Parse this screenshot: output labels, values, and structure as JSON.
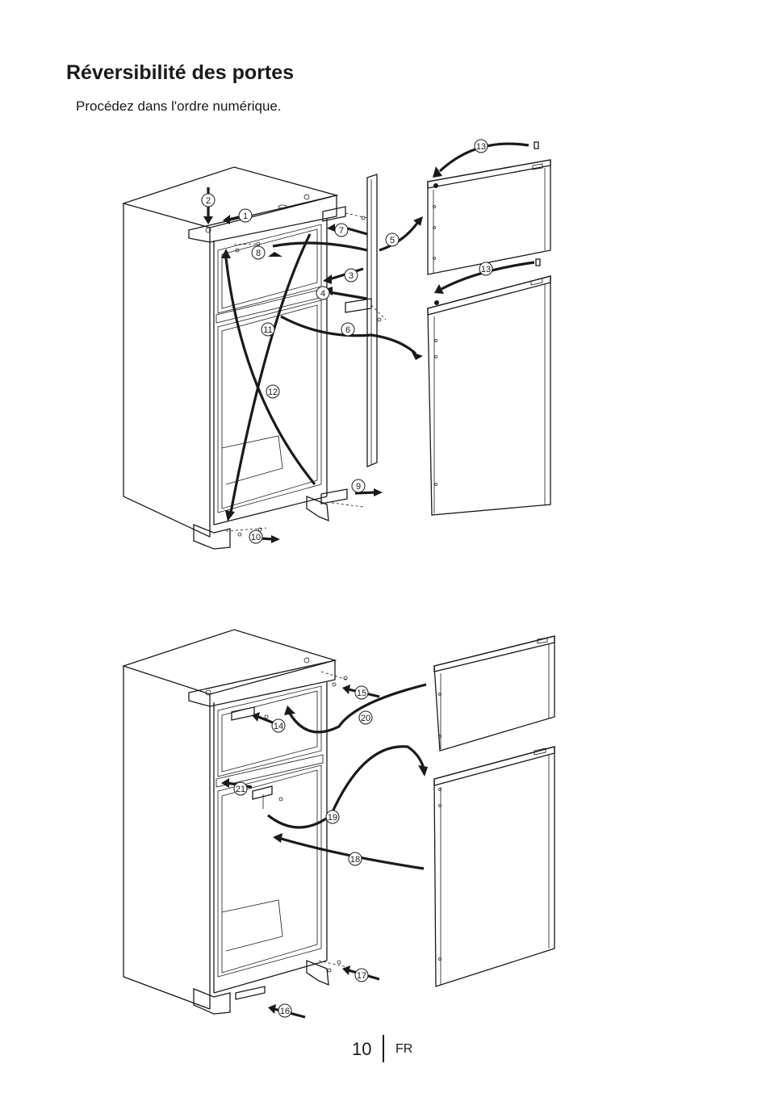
{
  "page": {
    "title": "Réversibilité des portes",
    "subtitle": "Procédez dans l'ordre numérique.",
    "page_number": "10",
    "language": "FR"
  },
  "figure_top": {
    "step_labels": [
      "1",
      "2",
      "3",
      "4",
      "5",
      "6",
      "7",
      "8",
      "9",
      "10",
      "11",
      "12",
      "13",
      "13"
    ]
  },
  "figure_bottom": {
    "step_labels": [
      "14",
      "15",
      "16",
      "17",
      "18",
      "19",
      "20",
      "21"
    ]
  }
}
